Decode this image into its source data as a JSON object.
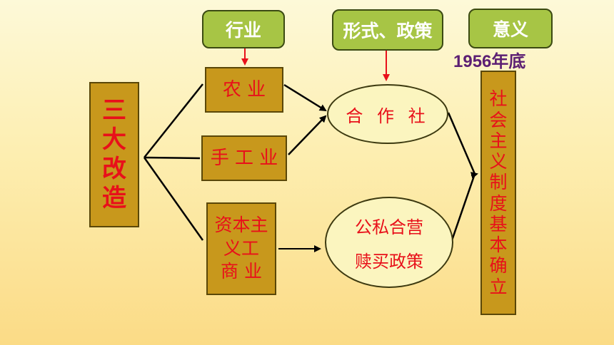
{
  "headers": {
    "industry": "行业",
    "form_policy": "形式、政策",
    "significance": "意义"
  },
  "main": {
    "chars": [
      "三",
      "大",
      "改",
      "造"
    ]
  },
  "sectors": {
    "agriculture": "农 业",
    "handicraft": "手 工 业",
    "capitalist_lines": [
      "资本主",
      "义工",
      "商 业"
    ]
  },
  "forms": {
    "cooperative": "合 作 社",
    "joint_venture": "公私合营",
    "redemption": "赎买政策"
  },
  "timing": "1956年底",
  "result": {
    "chars": [
      "社",
      "会",
      "主",
      "义",
      "制",
      "度",
      "基",
      "本",
      "确",
      "立"
    ]
  },
  "colors": {
    "box_fill": "#c8981c",
    "header_fill": "#a7c545",
    "ellipse_fill": "#fbf5bf",
    "text_red": "#e8101a",
    "date_purple": "#5c1f73",
    "arrow_red": "#e8101a"
  }
}
